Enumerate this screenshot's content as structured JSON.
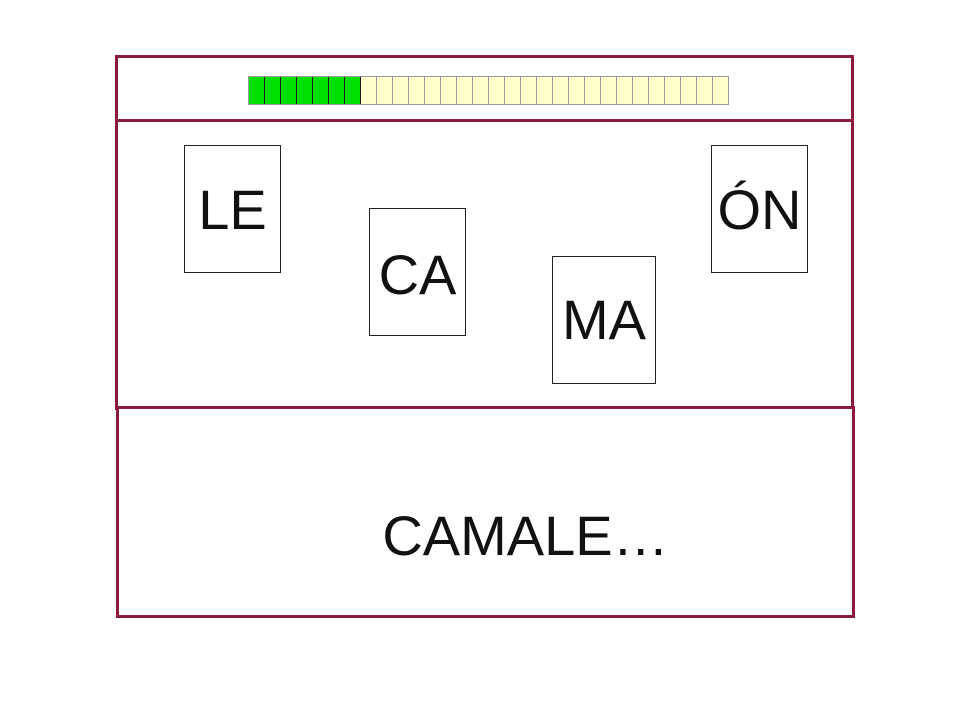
{
  "progress": {
    "total_cells": 30,
    "filled_cells": 7,
    "filled_color": "#00e000",
    "empty_color": "#ffffcc"
  },
  "cards": [
    {
      "id": "le",
      "label": "LE"
    },
    {
      "id": "ca",
      "label": "CA"
    },
    {
      "id": "ma",
      "label": "MA"
    },
    {
      "id": "on",
      "label": "ÓN"
    }
  ],
  "answer": {
    "text": "CAMALE…"
  },
  "colors": {
    "frame": "#8b1a3a"
  }
}
